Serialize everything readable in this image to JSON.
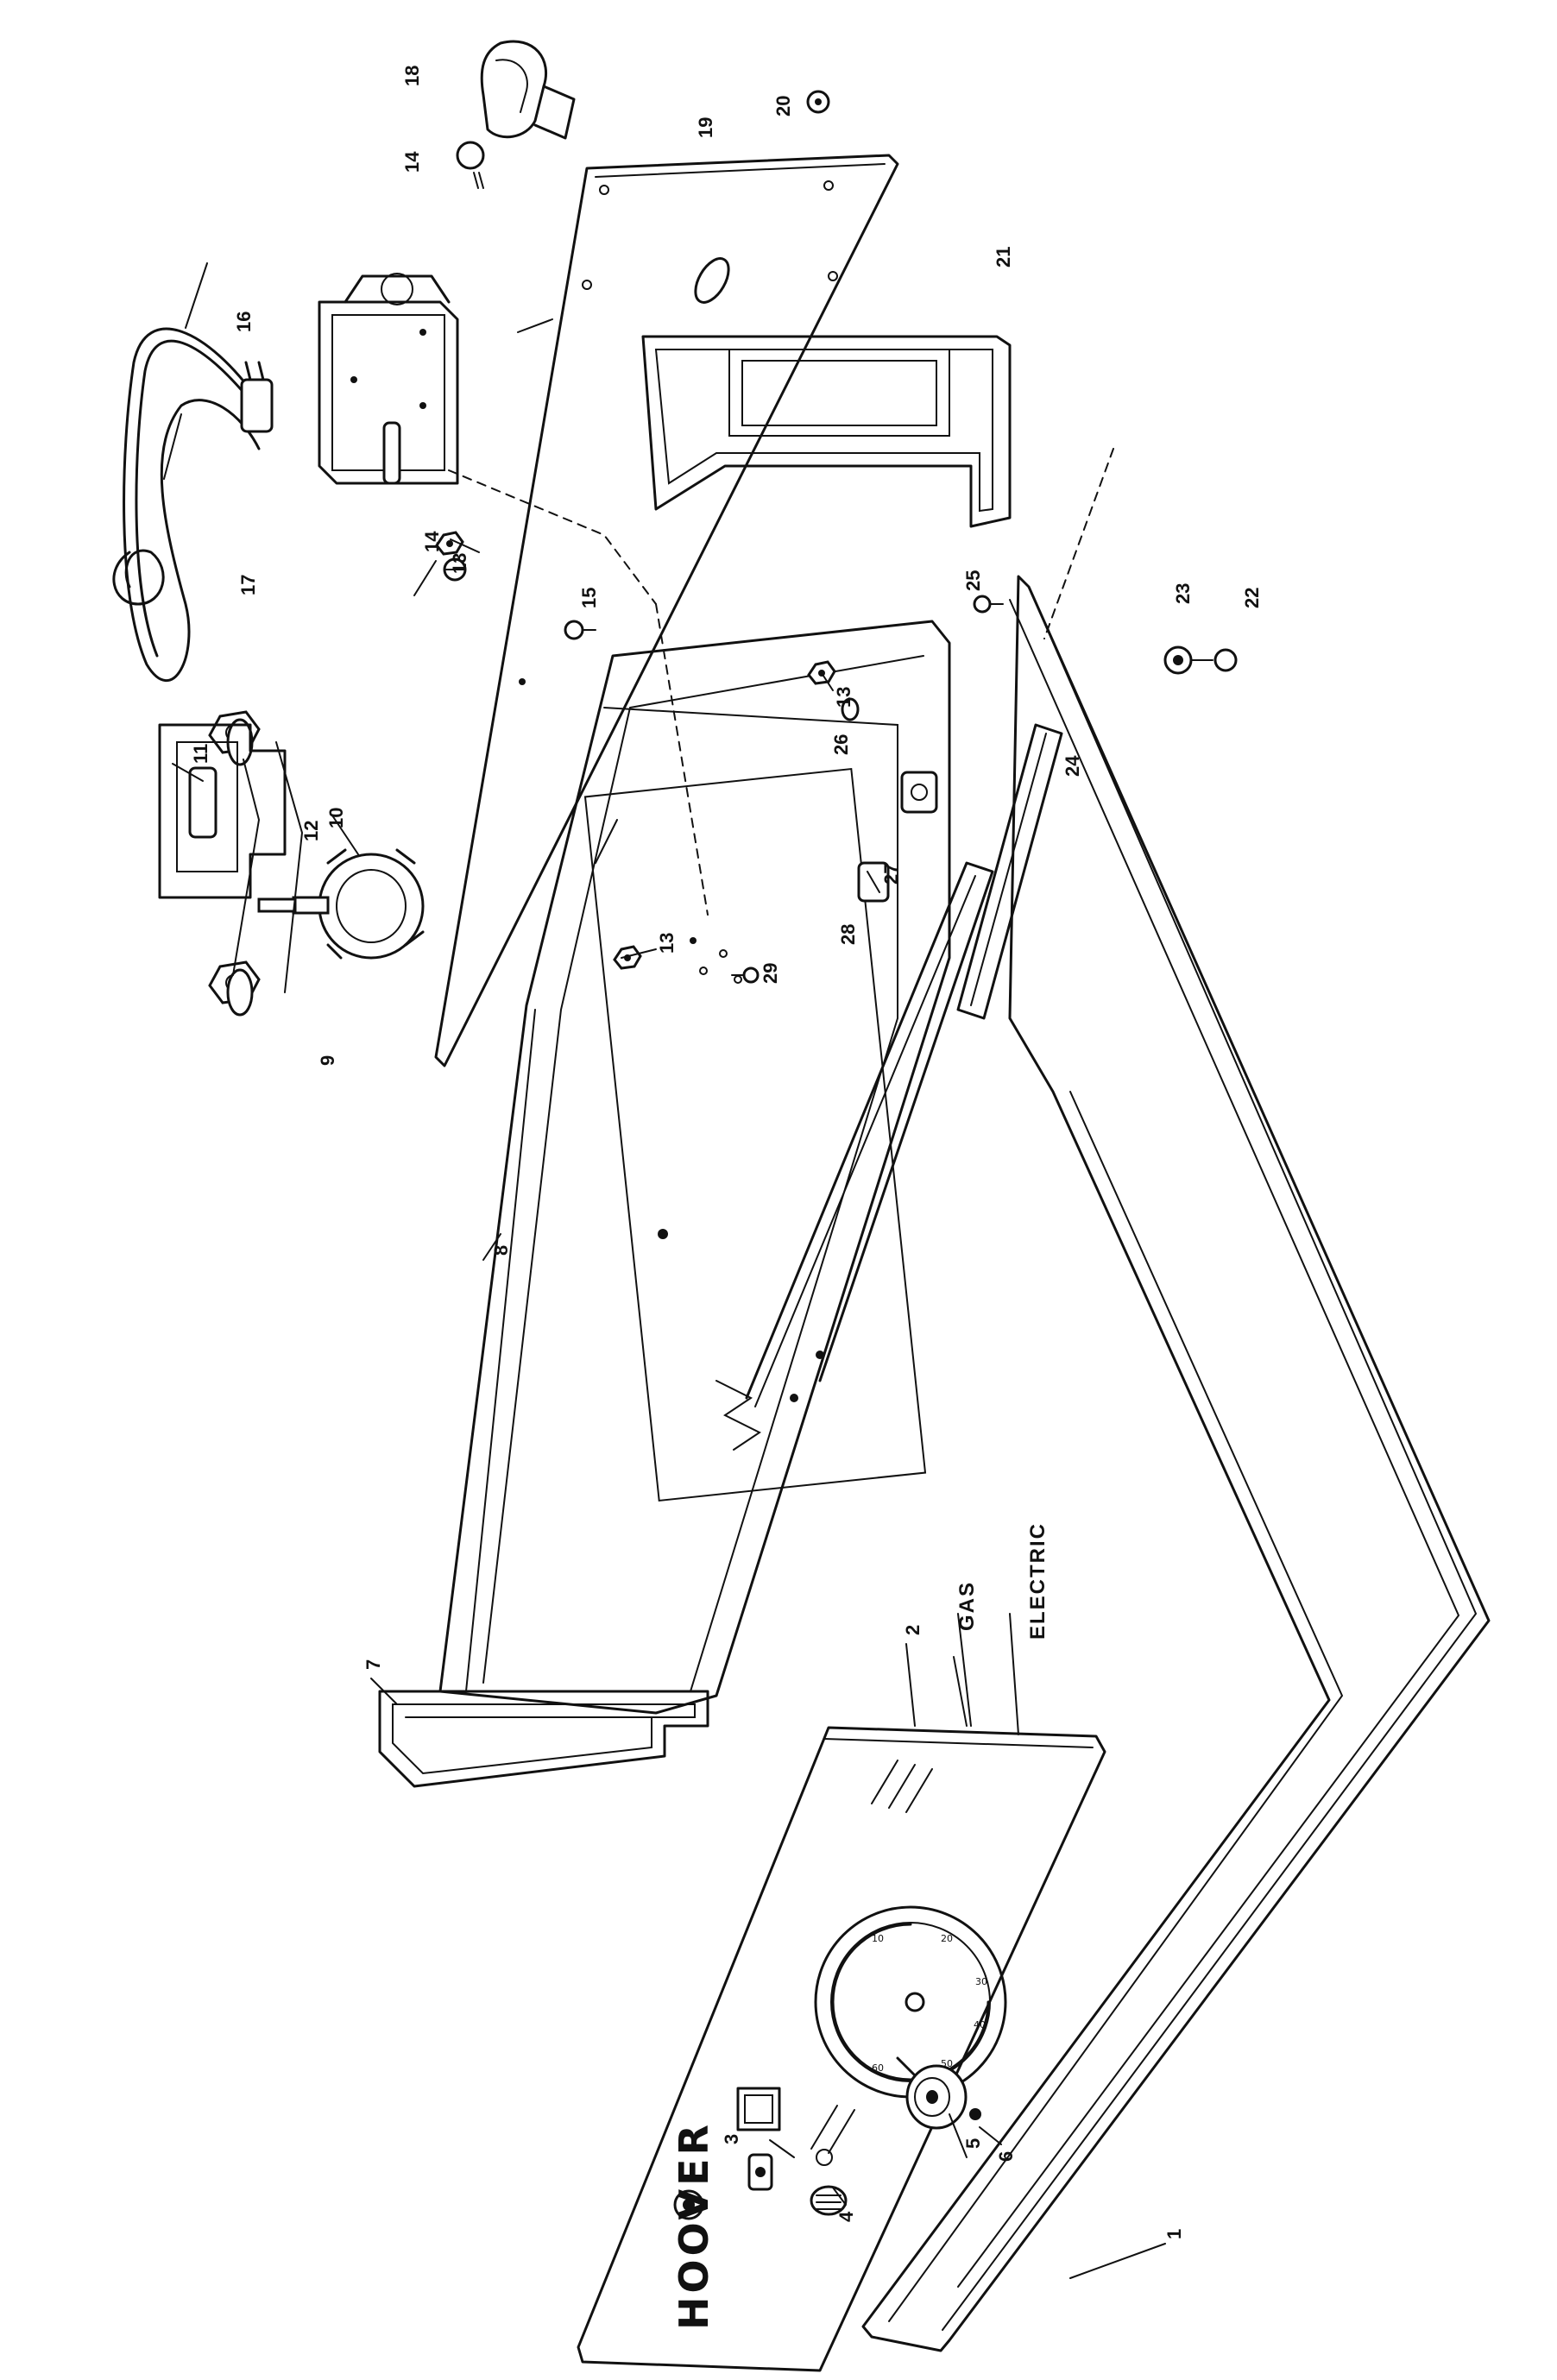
{
  "diagram": {
    "callouts": [
      "1",
      "2",
      "3",
      "4",
      "5",
      "6",
      "7",
      "8",
      "9",
      "10",
      "11",
      "12",
      "13",
      "13",
      "13",
      "14",
      "14",
      "15",
      "16",
      "17",
      "18",
      "19",
      "20",
      "21",
      "22",
      "23",
      "24",
      "25",
      "26",
      "27",
      "28",
      "29"
    ],
    "labels": {
      "gas": "GAS",
      "electric": "ELECTRIC",
      "brand": "HOOVER"
    }
  }
}
